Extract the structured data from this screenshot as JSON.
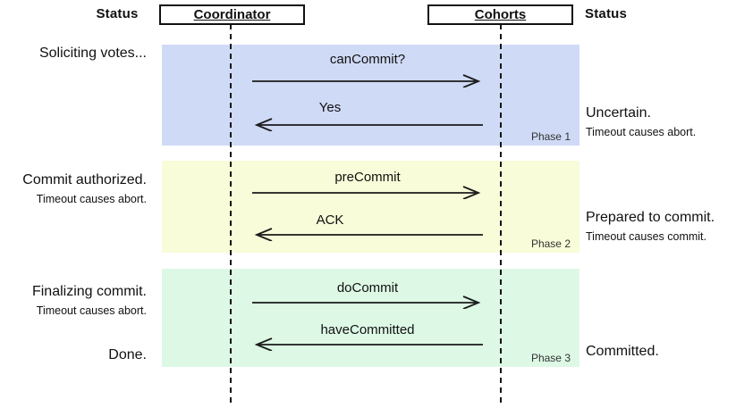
{
  "header": {
    "status_left": "Status",
    "coordinator": "Coordinator",
    "cohorts": "Cohorts",
    "status_right": "Status"
  },
  "phases": [
    {
      "name": "Phase 1",
      "left_status": "Soliciting votes...",
      "request": "canCommit?",
      "reply": "Yes",
      "right_status": "Uncertain.",
      "right_note": "Timeout causes abort."
    },
    {
      "name": "Phase 2",
      "left_status": "Commit authorized.",
      "left_note": "Timeout causes abort.",
      "request": "preCommit",
      "reply": "ACK",
      "right_status": "Prepared to commit.",
      "right_note": "Timeout causes commit."
    },
    {
      "name": "Phase 3",
      "left_status": "Finalizing commit.",
      "left_note": "Timeout causes abort.",
      "request": "doCommit",
      "reply": "haveCommitted",
      "right_status": "Committed."
    }
  ],
  "done_label": "Done.",
  "colors": {
    "phase1_bg": "#cfdaf6",
    "phase2_bg": "#f8fcd8",
    "phase3_bg": "#ddf8e5",
    "line": "#1a1a1a"
  }
}
